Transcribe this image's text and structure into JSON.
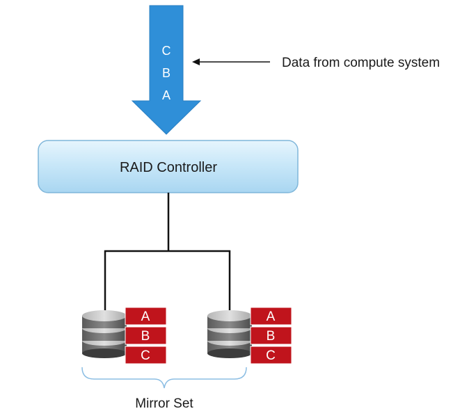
{
  "data_arrow": {
    "letters": [
      "C",
      "B",
      "A"
    ],
    "color": "#2f8fd8"
  },
  "source_label": "Data from compute system",
  "controller": {
    "label": "RAID Controller"
  },
  "mirror_set": {
    "label": "Mirror Set",
    "disks": [
      {
        "blocks": [
          "A",
          "B",
          "C"
        ]
      },
      {
        "blocks": [
          "A",
          "B",
          "C"
        ]
      }
    ]
  },
  "colors": {
    "block_fill": "#c0141c",
    "controller_fill": "#bfe4f8",
    "controller_border": "#7fb6da",
    "bracket": "#8bbde3"
  }
}
